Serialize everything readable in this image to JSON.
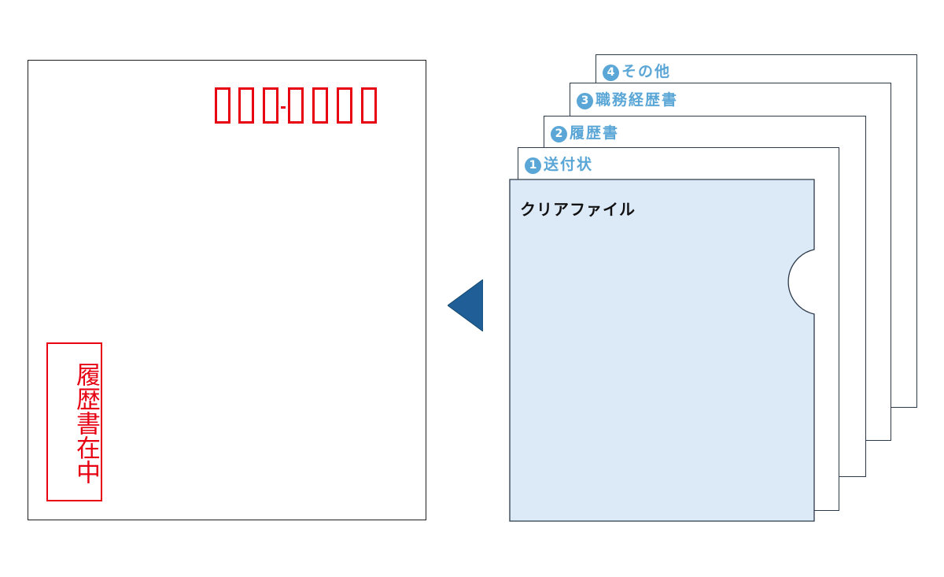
{
  "envelope": {
    "postal_code_boxes_first": 3,
    "postal_code_boxes_second": 4,
    "addressee_note": "履歴書在中",
    "accent_color": "#e60012"
  },
  "arrow": {
    "direction": "left",
    "color": "#1f5e96"
  },
  "documents": [
    {
      "number": "1",
      "label": "送付状"
    },
    {
      "number": "2",
      "label": "履歴書"
    },
    {
      "number": "3",
      "label": "職務経歴書"
    },
    {
      "number": "4",
      "label": "その他"
    }
  ],
  "clear_file": {
    "label": "クリアファイル",
    "fill_color": "#dce9f6"
  },
  "label_color": "#5aa6d6"
}
